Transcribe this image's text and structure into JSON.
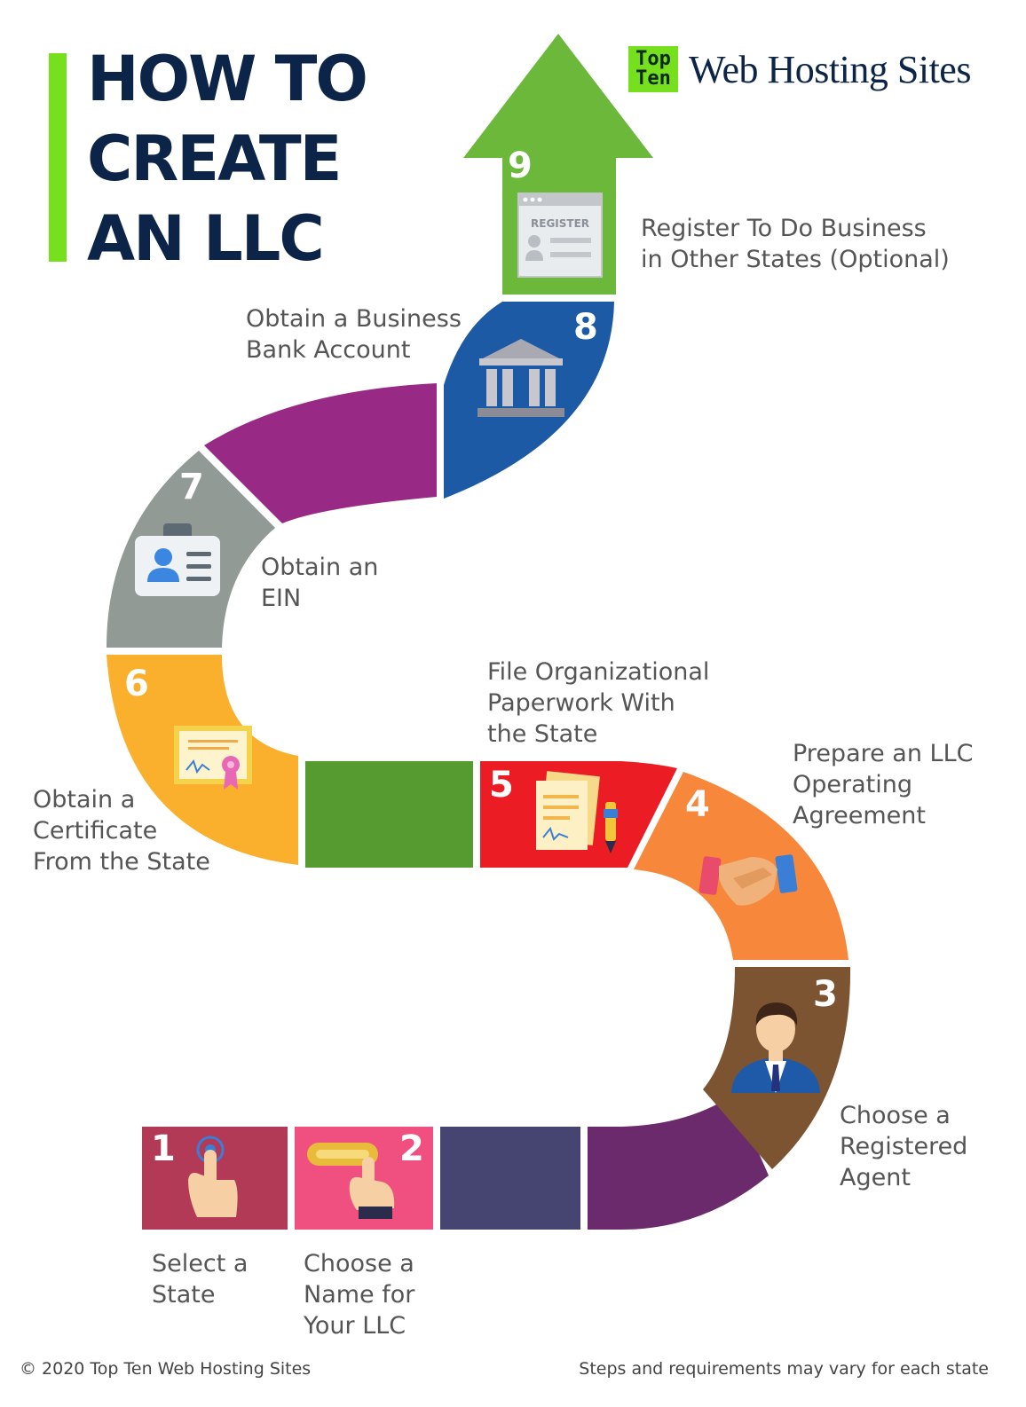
{
  "title": {
    "lines": [
      "HOW TO",
      "CREATE",
      "AN LLC"
    ]
  },
  "brand": {
    "badge_top": "Top",
    "badge_bottom": "Ten",
    "name": "Web Hosting Sites",
    "badge_color": "#76e01f"
  },
  "steps": [
    {
      "number": "1",
      "label": [
        "Select a",
        "State"
      ],
      "color": "#b23a56",
      "icon": "tap-icon"
    },
    {
      "number": "2",
      "label": [
        "Choose a",
        "Name for",
        "Your LLC"
      ],
      "color": "#f0507f",
      "icon": "name-input-icon"
    },
    {
      "number": "3",
      "label": [
        "Choose a",
        "Registered",
        "Agent"
      ],
      "color": "#7d5431",
      "icon": "agent-icon"
    },
    {
      "number": "4",
      "label": [
        "Prepare an LLC",
        "Operating",
        "Agreement"
      ],
      "color": "#f7883b",
      "icon": "handshake-icon"
    },
    {
      "number": "5",
      "label": [
        "File Organizational",
        "Paperwork With",
        "the State"
      ],
      "color": "#ec1c24",
      "icon": "paperwork-icon"
    },
    {
      "number": "6",
      "label": [
        "Obtain a",
        "Certificate",
        "From the State"
      ],
      "color": "#fbb02d",
      "icon": "certificate-icon"
    },
    {
      "number": "7",
      "label": [
        "Obtain an",
        "EIN"
      ],
      "color": "#929a96",
      "icon": "id-card-icon"
    },
    {
      "number": "8",
      "label": [
        "Obtain a Business",
        "Bank Account"
      ],
      "color": "#1d5aa6",
      "icon": "bank-icon"
    },
    {
      "number": "9",
      "label": [
        "Register To Do Business",
        "in Other States (Optional)"
      ],
      "color": "#6cb83b",
      "icon": "register-form-icon"
    }
  ],
  "register_icon_text": "REGISTER",
  "footer": {
    "copyright": "© 2020 Top Ten Web Hosting Sites",
    "disclaimer": "Steps and requirements may vary for each state"
  }
}
